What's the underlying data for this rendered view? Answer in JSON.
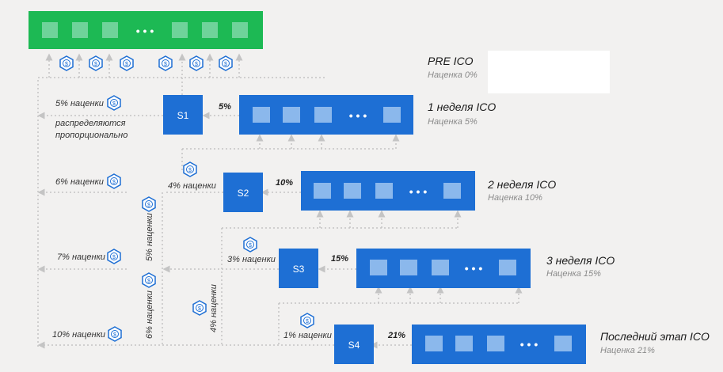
{
  "pre_ico": {
    "title": "PRE ICO",
    "subtitle": "Наценка 0%"
  },
  "stages": [
    {
      "label": "S1",
      "percent": "5%",
      "title": "1 неделя ICO",
      "subtitle": "Наценка 5%"
    },
    {
      "label": "S2",
      "percent": "10%",
      "title": "2 неделя ICO",
      "subtitle": "Наценка 10%"
    },
    {
      "label": "S3",
      "percent": "15%",
      "title": "3 неделя ICO",
      "subtitle": "Наценка 15%"
    },
    {
      "label": "S4",
      "percent": "21%",
      "title": "Последний этап ICO",
      "subtitle": "Наценка 21%"
    }
  ],
  "annotations": {
    "m5": "5% наценки",
    "distributed_1": "распределяются",
    "distributed_2": "пропорционально",
    "m6": "6% наценки",
    "m4_s2": "4% наценки",
    "m7": "7% наценки",
    "m3_s3": "3% наценки",
    "m5_vertical": "5% наценки",
    "m6_vertical": "6% наценки",
    "m4_vertical": "4% наценки",
    "m10": "10% наценки",
    "m1_s4": "1% наценки"
  },
  "dots": "• • •",
  "coin_icon": "$",
  "colors": {
    "green": "#1db954",
    "green_square": "#6fd39a",
    "blue": "#1e6fd4",
    "blue_square": "#8bb8ec",
    "dotted": "#c4c4c4",
    "coin": "#1e6fd4"
  }
}
